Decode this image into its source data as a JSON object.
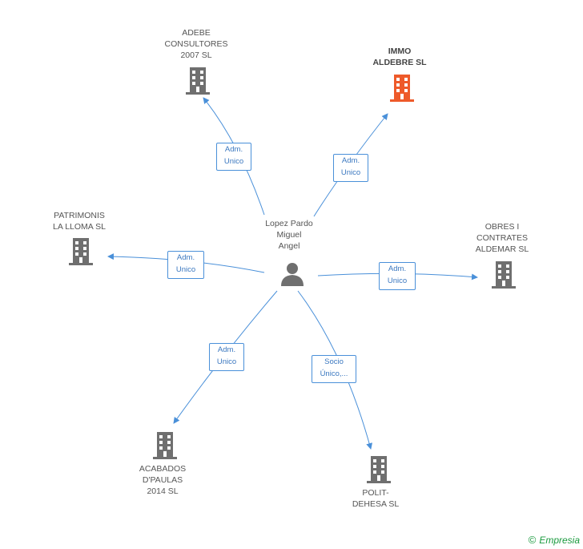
{
  "center": {
    "name": "Lopez Pardo\nMiguel\nAngel",
    "icon": "person-icon"
  },
  "companies": [
    {
      "id": "adebe",
      "name": "ADEBE\nCONSULTORES\n2007 SL",
      "color": "#6f6f6f",
      "highlight": false
    },
    {
      "id": "immo",
      "name": "IMMO\nALDEBRE SL",
      "color": "#ee5a2a",
      "highlight": true
    },
    {
      "id": "patrimonis",
      "name": "PATRIMONIS\nLA LLOMA  SL",
      "color": "#6f6f6f",
      "highlight": false
    },
    {
      "id": "obres",
      "name": "OBRES I\nCONTRATES\nALDEMAR SL",
      "color": "#6f6f6f",
      "highlight": false
    },
    {
      "id": "acabados",
      "name": "ACABADOS\nD'PAULAS\n2014  SL",
      "color": "#6f6f6f",
      "highlight": false
    },
    {
      "id": "polit",
      "name": "POLIT-\nDEHESA SL",
      "color": "#6f6f6f",
      "highlight": false
    }
  ],
  "relations": [
    {
      "to": "adebe",
      "label": "Adm.\nUnico"
    },
    {
      "to": "immo",
      "label": "Adm.\nUnico"
    },
    {
      "to": "patrimonis",
      "label": "Adm.\nUnico"
    },
    {
      "to": "obres",
      "label": "Adm.\nUnico"
    },
    {
      "to": "acabados",
      "label": "Adm.\nUnico"
    },
    {
      "to": "polit",
      "label": "Socio\nÚnico,..."
    }
  ],
  "colors": {
    "edge": "#4a90d9",
    "person": "#6f6f6f"
  },
  "brand": {
    "copyright": "©",
    "name": "Empresia"
  }
}
